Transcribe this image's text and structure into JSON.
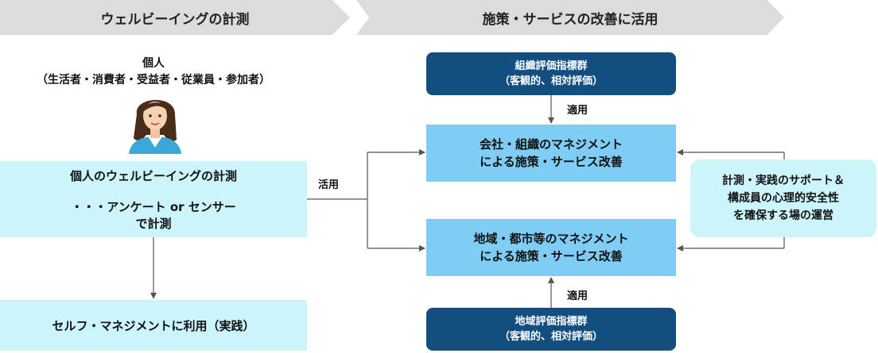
{
  "headers": {
    "left": "ウェルビーイングの計測",
    "right": "施策・サービスの改善に活用"
  },
  "person": {
    "title": "個人",
    "roles": "（生活者・消費者・受益者・従業員・参加者）",
    "avatar": "woman-avatar-icon"
  },
  "measure_box": {
    "line1": "個人のウェルビーイングの計測",
    "line2": "・・・アンケート or センサー",
    "line3": "で計測"
  },
  "self_box": {
    "text": "セルフ・マネジメントに利用（実践）"
  },
  "use_label": "活用",
  "org_indicators": {
    "line1": "組織評価指標群",
    "line2": "（客観的、相対評価）"
  },
  "apply_top_label": "適用",
  "company_box": {
    "line1": "会社・組織のマネジメント",
    "line2": "による施策・サービス改善"
  },
  "region_box": {
    "line1": "地域・都市等のマネジメント",
    "line2": "による施策・サービス改善"
  },
  "apply_bottom_label": "適用",
  "region_indicators": {
    "line1": "地域評価指標群",
    "line2": "（客観的、相対評価）"
  },
  "support_box": {
    "line1": "計測・実践のサポート＆",
    "line2": "構成員の心理的安全性",
    "line3": "を確保する場の運営"
  },
  "colors": {
    "header_gray": "#dcdcdc",
    "light_cyan": "#ccf4fb",
    "mid_blue": "#7fcdf5",
    "dark_navy": "#124e80",
    "connector": "#555555"
  }
}
